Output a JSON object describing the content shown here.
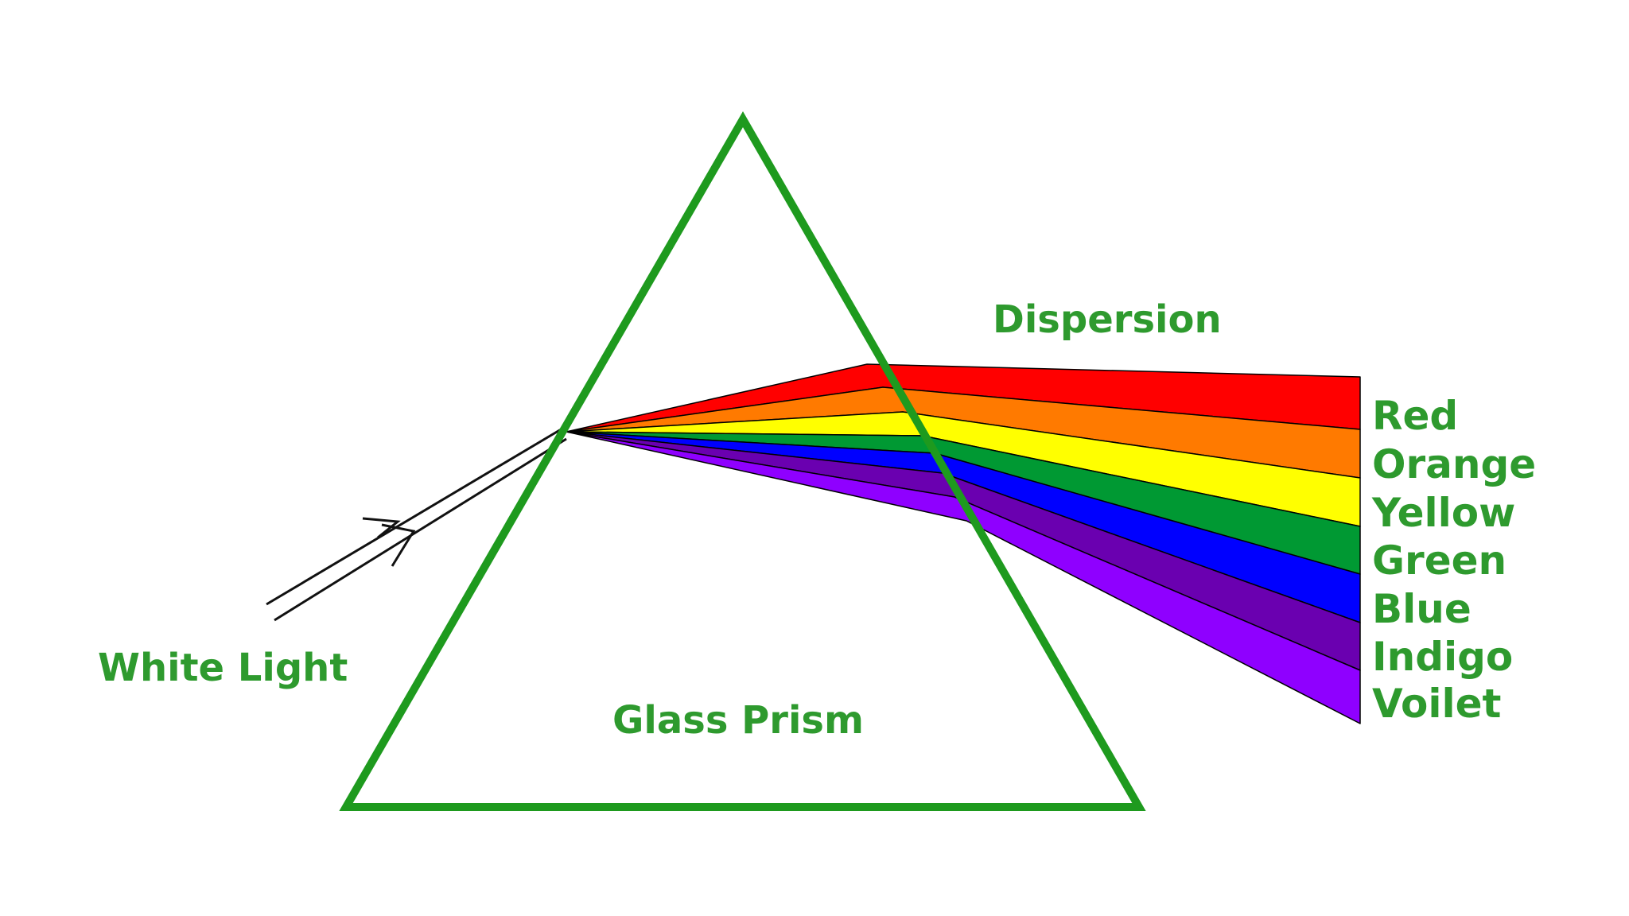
{
  "labels": {
    "white_light": "White Light",
    "glass_prism": "Glass Prism",
    "dispersion": "Dispersion"
  },
  "spectrum": [
    {
      "name": "Red",
      "color": "#ff0000"
    },
    {
      "name": "Orange",
      "color": "#ff7a00"
    },
    {
      "name": "Yellow",
      "color": "#ffff00"
    },
    {
      "name": "Green",
      "color": "#009933"
    },
    {
      "name": "Blue",
      "color": "#0000ff"
    },
    {
      "name": "Indigo",
      "color": "#6a00b0"
    },
    {
      "name": "Voilet",
      "color": "#8f00ff"
    }
  ],
  "colors": {
    "prism_outline": "#1e9a1e",
    "label_text": "#2e9a2e",
    "light_ray": "#111111",
    "band_outline": "#000000"
  }
}
